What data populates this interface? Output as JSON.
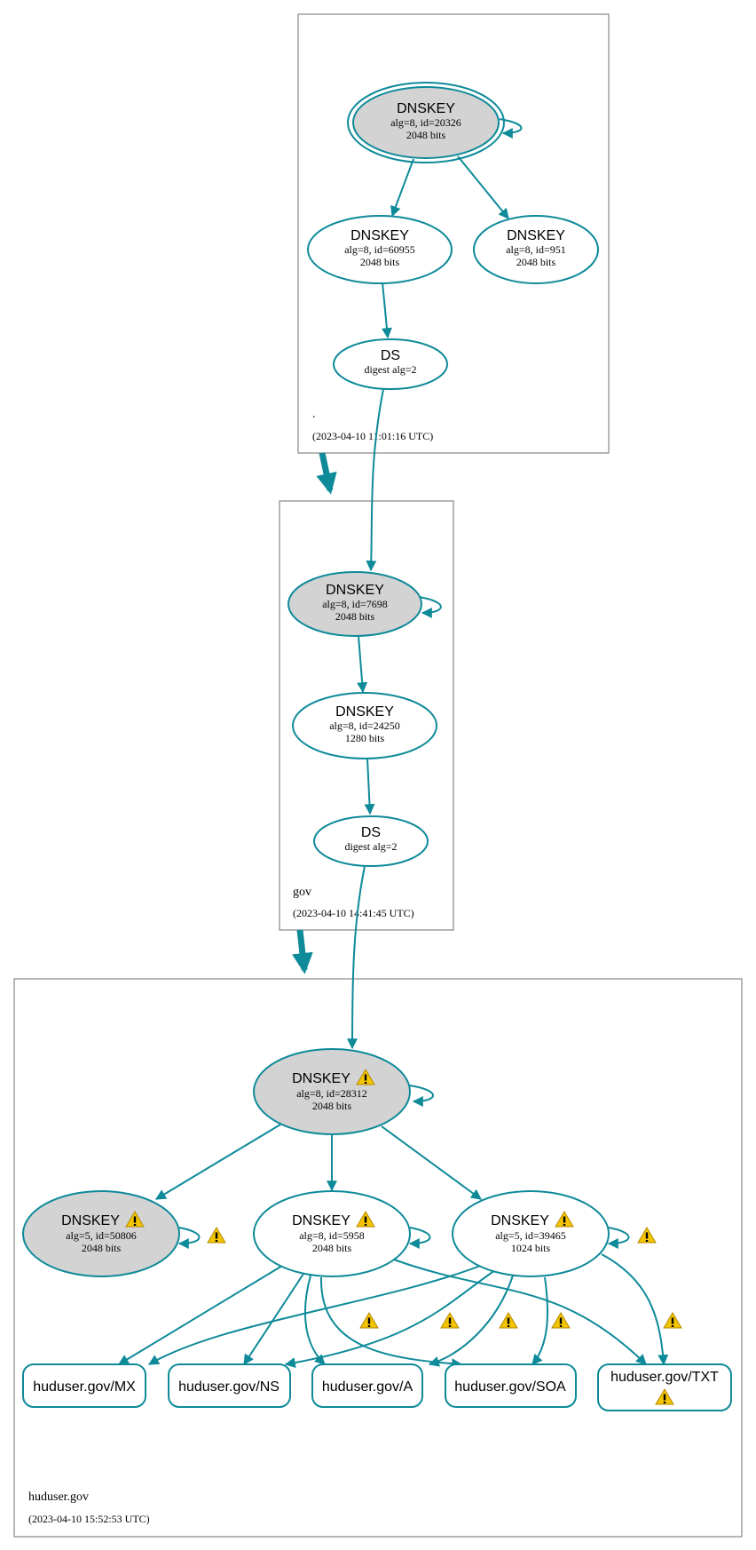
{
  "colors": {
    "edge": "#0e8a99",
    "ksk_fill": "#d3d3d3",
    "warning": "#f3c500"
  },
  "zones": {
    "root": {
      "name": ".",
      "timestamp": "(2023-04-10 11:01:16 UTC)"
    },
    "gov": {
      "name": "gov",
      "timestamp": "(2023-04-10 14:41:45 UTC)"
    },
    "huduser": {
      "name": "huduser.gov",
      "timestamp": "(2023-04-10 15:52:53 UTC)"
    }
  },
  "nodes": {
    "root_ksk": {
      "title": "DNSKEY",
      "line1": "alg=8, id=20326",
      "line2": "2048 bits"
    },
    "root_zsk1": {
      "title": "DNSKEY",
      "line1": "alg=8, id=60955",
      "line2": "2048 bits"
    },
    "root_zsk2": {
      "title": "DNSKEY",
      "line1": "alg=8, id=951",
      "line2": "2048 bits"
    },
    "root_ds": {
      "title": "DS",
      "line1": "digest alg=2"
    },
    "gov_ksk": {
      "title": "DNSKEY",
      "line1": "alg=8, id=7698",
      "line2": "2048 bits"
    },
    "gov_zsk": {
      "title": "DNSKEY",
      "line1": "alg=8, id=24250",
      "line2": "1280 bits"
    },
    "gov_ds": {
      "title": "DS",
      "line1": "digest alg=2"
    },
    "hud_ksk": {
      "title": "DNSKEY",
      "line1": "alg=8, id=28312",
      "line2": "2048 bits",
      "icon": "warning-icon"
    },
    "hud_k50806": {
      "title": "DNSKEY",
      "line1": "alg=5, id=50806",
      "line2": "2048 bits",
      "icon": "warning-icon"
    },
    "hud_k5958": {
      "title": "DNSKEY",
      "line1": "alg=8, id=5958",
      "line2": "2048 bits",
      "icon": "warning-icon"
    },
    "hud_k39465": {
      "title": "DNSKEY",
      "line1": "alg=5, id=39465",
      "line2": "1024 bits",
      "icon": "warning-icon"
    }
  },
  "rrsets": {
    "mx": "huduser.gov/MX",
    "ns": "huduser.gov/NS",
    "a": "huduser.gov/A",
    "soa": "huduser.gov/SOA",
    "txt": "huduser.gov/TXT"
  }
}
